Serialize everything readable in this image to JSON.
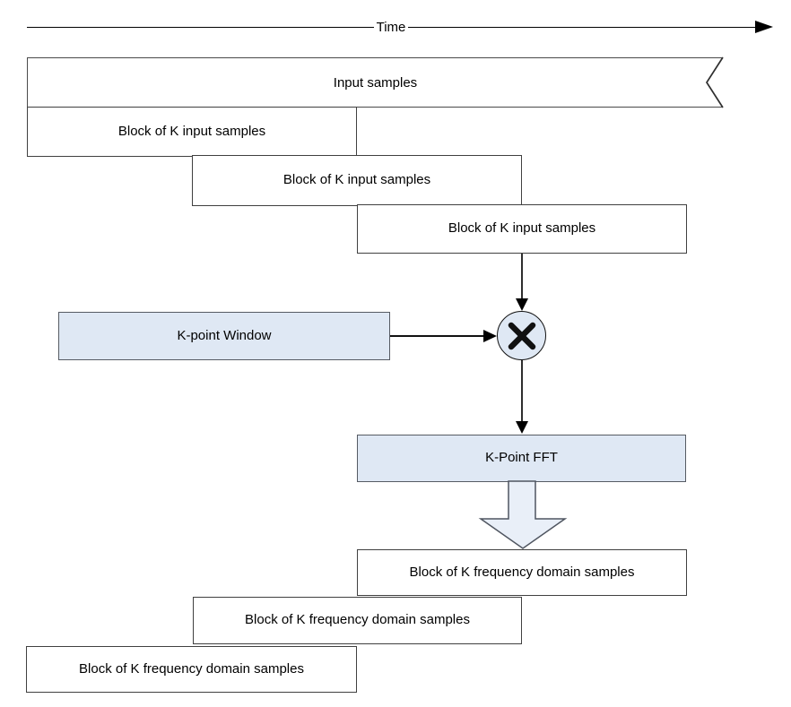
{
  "colors": {
    "fill_light_blue": "#dfe8f4",
    "arrow_fill": "#e9eff8",
    "line": "#000000",
    "border": "#404040"
  },
  "time_axis": {
    "label": "Time"
  },
  "input": {
    "stream_label": "Input samples",
    "blocks": [
      {
        "label": "Block of K input samples"
      },
      {
        "label": "Block of K input samples"
      },
      {
        "label": "Block of K input samples"
      }
    ]
  },
  "window": {
    "label": "K-point Window"
  },
  "multiply": {
    "symbol": "×"
  },
  "fft": {
    "label": "K-Point FFT"
  },
  "output": {
    "blocks": [
      {
        "label": "Block of K frequency domain samples"
      },
      {
        "label": "Block of K frequency domain samples"
      },
      {
        "label": "Block of K frequency domain samples"
      }
    ]
  }
}
